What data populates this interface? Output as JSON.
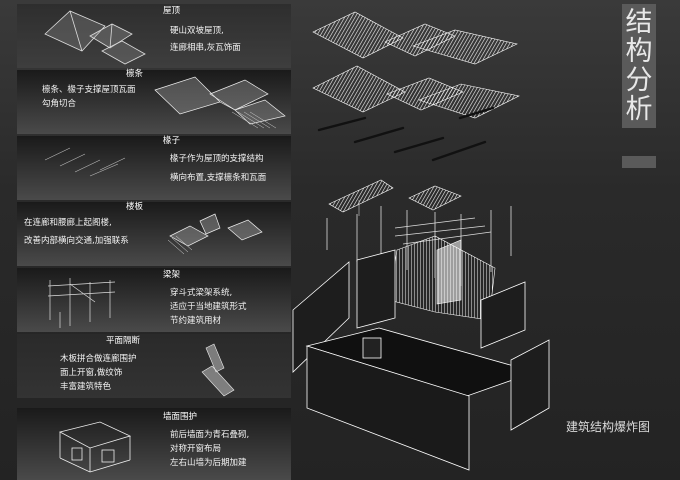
{
  "title": "结构分析",
  "diagram_caption": "建筑结构爆炸图",
  "components": [
    {
      "name": "屋顶",
      "lines": [
        "硬山双坡屋顶,",
        "连廊相串,灰瓦饰面"
      ]
    },
    {
      "name": "檩条",
      "lines": [
        "檩条、椽子支撑屋顶瓦面",
        "勾角切合"
      ]
    },
    {
      "name": "椽子",
      "lines": [
        "椽子作为屋顶的支撑结构",
        "横向布置,支撑檩条和瓦面"
      ]
    },
    {
      "name": "楼板",
      "lines": [
        "在连廊和腰廊上起阁楼,",
        "改善内部横向交通,加强联系"
      ]
    },
    {
      "name": "梁架",
      "lines": [
        "穿斗式梁架系统,",
        "适应于当地建筑形式",
        "节约建筑用材"
      ]
    },
    {
      "name": "平面隔断",
      "lines": [
        "木板拼合做连廊围护",
        "面上开窗,做纹饰",
        "丰富建筑特色"
      ]
    },
    {
      "name": "墙面围护",
      "lines": [
        "前后墙面为青石叠砌,",
        "对称开窗布局",
        "左右山墙为后期加建"
      ]
    }
  ]
}
